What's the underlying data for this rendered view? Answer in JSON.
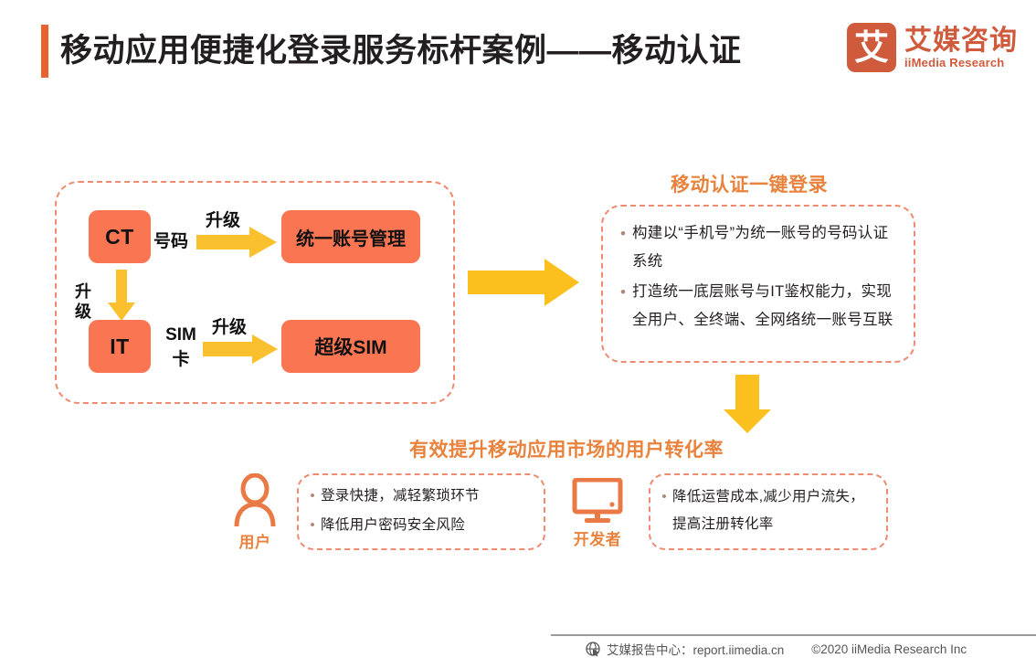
{
  "header": {
    "title": "移动应用便捷化登录服务标杆案例——移动认证",
    "accent_color": "#e8622e",
    "logo": {
      "mark_glyph": "艾",
      "name_cn": "艾媒咨询",
      "name_en": "iiMedia Research",
      "color": "#cf5a3c"
    }
  },
  "left_diagram": {
    "boxes": {
      "ct": "CT",
      "it": "IT",
      "unified_account": "统一账号管理",
      "super_sim": "超级SIM"
    },
    "labels": {
      "number": "号码",
      "sim_card": "SIM卡",
      "upgrade_top": "升级",
      "upgrade_bottom": "升级",
      "upgrade_vertical": "升级"
    },
    "box_color": "#fa7551",
    "arrow_color": "#fbc02d",
    "border_color": "#f08a70"
  },
  "right_panel": {
    "heading": "移动认证一键登录",
    "bullets": [
      "构建以“手机号”为统一账号的号码认证系统",
      "打造统一底层账号与IT鉴权能力，实现全用户、全终端、全网络统一账号互联"
    ],
    "heading_color": "#e8823c"
  },
  "bottom": {
    "heading": "有效提升移动应用市场的用户转化率",
    "groups": [
      {
        "icon": "user-person-icon",
        "label": "用户",
        "bullets": [
          "登录快捷，减轻繁琐环节",
          "降低用户密码安全风险"
        ]
      },
      {
        "icon": "desktop-monitor-icon",
        "label": "开发者",
        "bullets": [
          "降低运营成本,减少用户流失，提高注册转化率"
        ]
      }
    ]
  },
  "footer": {
    "icon": "globe-cursor-icon",
    "report_center": "艾媒报告中心：report.iimedia.cn",
    "copyright": "©2020  iiMedia Research  Inc"
  }
}
